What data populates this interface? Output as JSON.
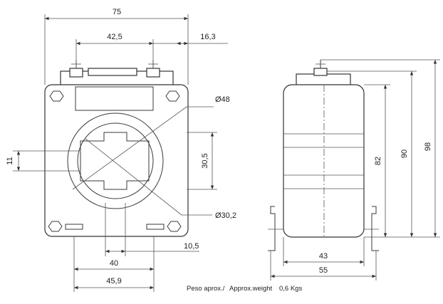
{
  "front_view": {
    "overall_width": "75",
    "terminal_spacing": "42,5",
    "terminal_offset": "16,3",
    "aperture_diameter": "Ø48",
    "aperture_height": "30,5",
    "slot_height": "11",
    "bore_diameter": "Ø30,2",
    "base_slot_width": "10,5",
    "mount_spacing": "40",
    "base_width": "45,9"
  },
  "side_view": {
    "body_height": "82",
    "height_to_terminal": "90",
    "overall_height": "98",
    "body_depth": "43",
    "base_depth": "55"
  },
  "weight": {
    "label_es": "Peso aprox./",
    "label_en": "Approx.weight",
    "value": "0,6 Kgs"
  }
}
